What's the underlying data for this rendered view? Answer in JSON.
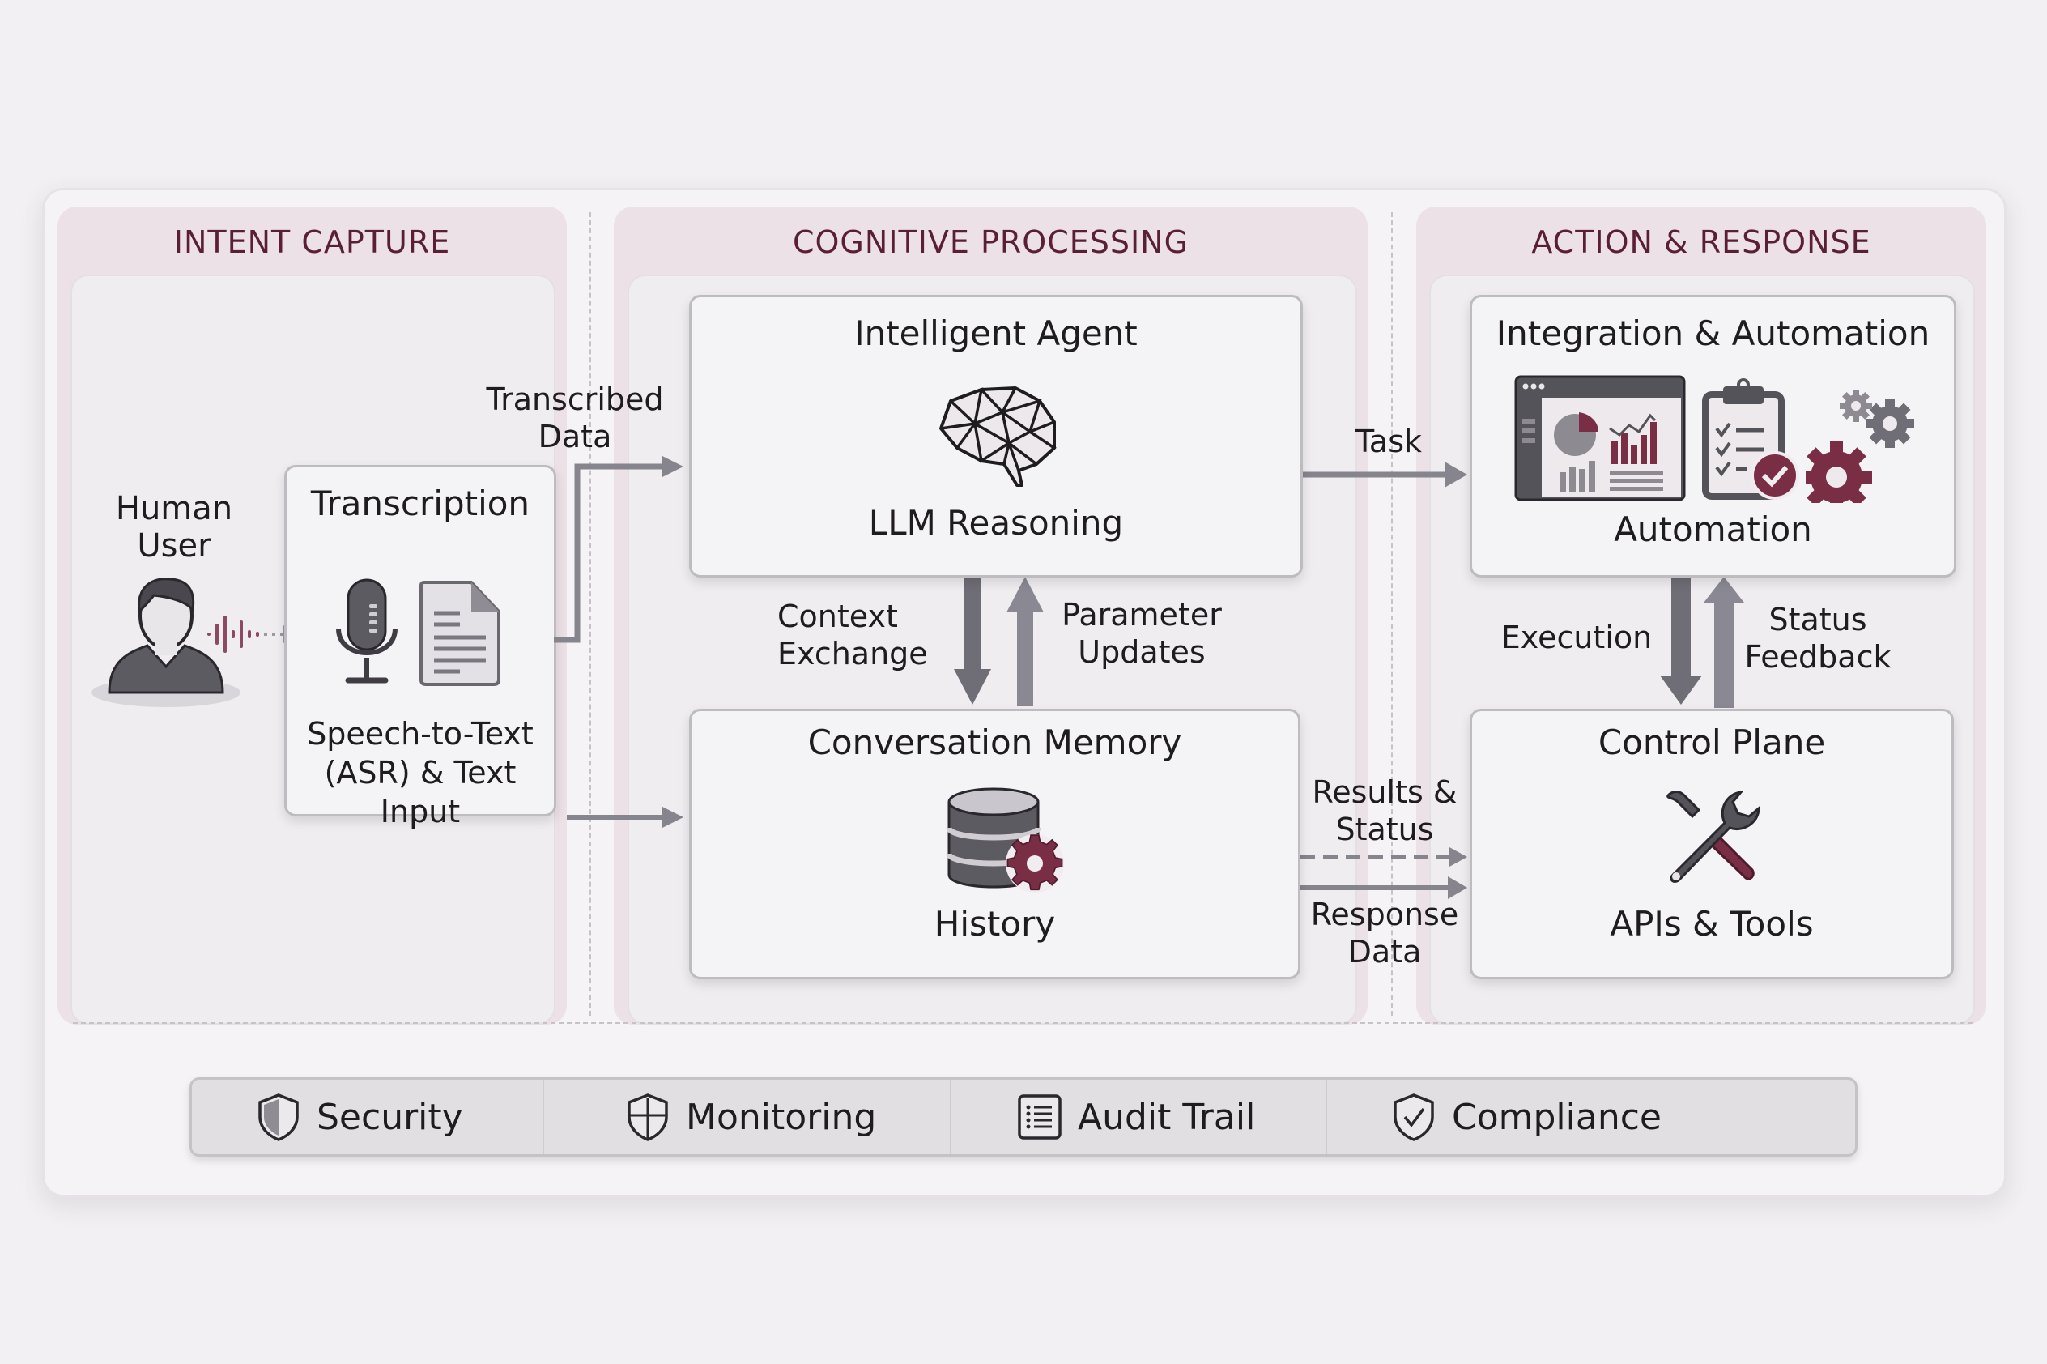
{
  "columns": [
    {
      "title": "INTENT CAPTURE"
    },
    {
      "title": "COGNITIVE PROCESSING"
    },
    {
      "title": "ACTION & RESPONSE"
    }
  ],
  "human_user": {
    "label_line1": "Human",
    "label_line2": "User",
    "icon": "user-icon"
  },
  "transcription": {
    "title": "Transcription",
    "sub_line1": "Speech-to-Text",
    "sub_line2": "(ASR) & Text Input",
    "icons": [
      "microphone-icon",
      "document-icon"
    ]
  },
  "intelligent_agent": {
    "title": "Intelligent Agent",
    "subtitle": "LLM Reasoning",
    "icon": "brain-network-icon"
  },
  "conversation_memory": {
    "title": "Conversation Memory",
    "subtitle": "History",
    "icon": "database-gear-icon"
  },
  "integration": {
    "title": "Integration & Automation",
    "subtitle": "Automation",
    "icons": [
      "dashboard-icon",
      "checklist-icon",
      "gears-icon"
    ]
  },
  "control_plane": {
    "title": "Control Plane",
    "subtitle": "APIs & Tools",
    "icon": "wrench-screwdriver-icon"
  },
  "flows": {
    "transcribed_data_line1": "Transcribed",
    "transcribed_data_line2": "Data",
    "task": "Task",
    "context_exchange_line1": "Context",
    "context_exchange_line2": "Exchange",
    "parameter_updates_line1": "Parameter",
    "parameter_updates_line2": "Updates",
    "execution": "Execution",
    "status_feedback_line1": "Status",
    "status_feedback_line2": "Feedback",
    "results_status_line1": "Results &",
    "results_status_line2": "Status",
    "response_data_line1": "Response",
    "response_data_line2": "Data"
  },
  "footer": [
    {
      "label": "Security",
      "icon": "shield-icon"
    },
    {
      "label": "Monitoring",
      "icon": "shield-cross-icon"
    },
    {
      "label": "Audit Trail",
      "icon": "list-icon"
    },
    {
      "label": "Compliance",
      "icon": "shield-check-icon"
    }
  ],
  "colors": {
    "accent": "#7a2e45",
    "header_text": "#5a1f36",
    "arrow": "#86848c",
    "icon_dark": "#55535a"
  }
}
